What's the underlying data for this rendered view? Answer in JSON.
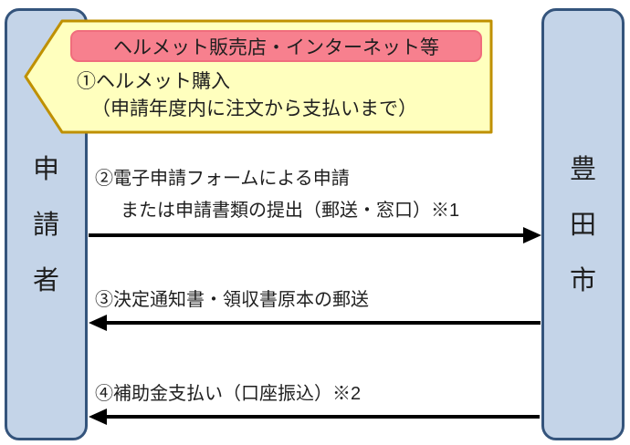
{
  "diagram": {
    "actors": {
      "left": {
        "label": "申請者",
        "chars": [
          "申",
          "請",
          "者"
        ]
      },
      "right": {
        "label": "豊田市",
        "chars": [
          "豊",
          "田",
          "市"
        ]
      }
    },
    "callout": {
      "header": "ヘルメット販売店・インターネット等",
      "line1": "①ヘルメット購入",
      "line2": "（申請年度内に注文から支払いまで）"
    },
    "flows": [
      {
        "id": "step2",
        "direction": "left-to-right",
        "lines": [
          "②電子申請フォームによる申請",
          "または申請書類の提出（郵送・窓口）※1"
        ]
      },
      {
        "id": "step3",
        "direction": "right-to-left",
        "lines": [
          "③決定通知書・領収書原本の郵送"
        ]
      },
      {
        "id": "step4",
        "direction": "right-to-left",
        "lines": [
          "④補助金支払い（口座振込）※2"
        ]
      }
    ],
    "colors": {
      "actor_fill": "#c4d4e8",
      "actor_border": "#34547c",
      "callout_fill": "#ffffbe",
      "callout_border": "#bf9000",
      "header_fill": "#f7808e",
      "header_border": "#f06d7d",
      "arrow": "#000000",
      "text": "#1f1f1f"
    }
  }
}
